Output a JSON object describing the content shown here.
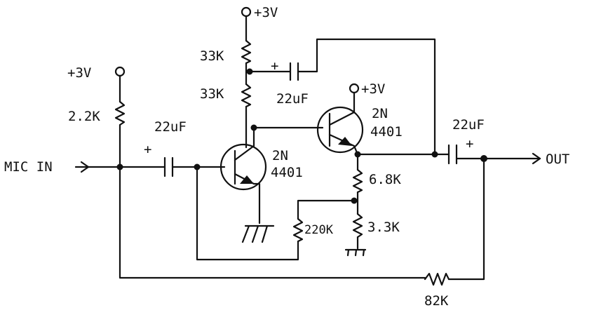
{
  "labels": {
    "supply_top": "+3V",
    "supply_left": "+3V",
    "supply_q2": "+3V",
    "r_top": "33K",
    "r_mid": "33K",
    "r_bias": "2.2K",
    "c_feedback": "22uF",
    "c_input": "22uF",
    "c_output": "22uF",
    "q1_type": "2N",
    "q1_num": "4401",
    "q2_type": "2N",
    "q2_num": "4401",
    "r_emitter": "6.8K",
    "r_ground": "3.3K",
    "r_feedback": "220K",
    "r_global": "82K",
    "input": "MIC IN",
    "output": "OUT",
    "plus": "+"
  }
}
